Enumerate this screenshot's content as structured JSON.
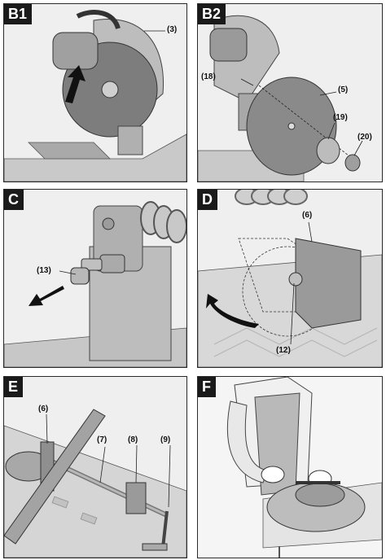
{
  "panels": {
    "b1": {
      "tag": "B1",
      "callouts": {
        "c3": "(3)"
      }
    },
    "b2": {
      "tag": "B2",
      "callouts": {
        "c18": "(18)",
        "c5": "(5)",
        "c19": "(19)",
        "c20": "(20)"
      }
    },
    "c": {
      "tag": "C",
      "callouts": {
        "c13": "(13)"
      }
    },
    "d": {
      "tag": "D",
      "callouts": {
        "c6": "(6)",
        "c12": "(12)"
      }
    },
    "e": {
      "tag": "E",
      "callouts": {
        "c6": "(6)",
        "c7": "(7)",
        "c8": "(8)",
        "c9": "(9)"
      }
    },
    "f": {
      "tag": "F"
    }
  },
  "colors": {
    "border": "#2a2a2a",
    "tag_bg": "#1a1a1a",
    "art_light": "#d9d9d9",
    "art_mid": "#b5b5b5",
    "art_dark": "#6e6e6e"
  }
}
